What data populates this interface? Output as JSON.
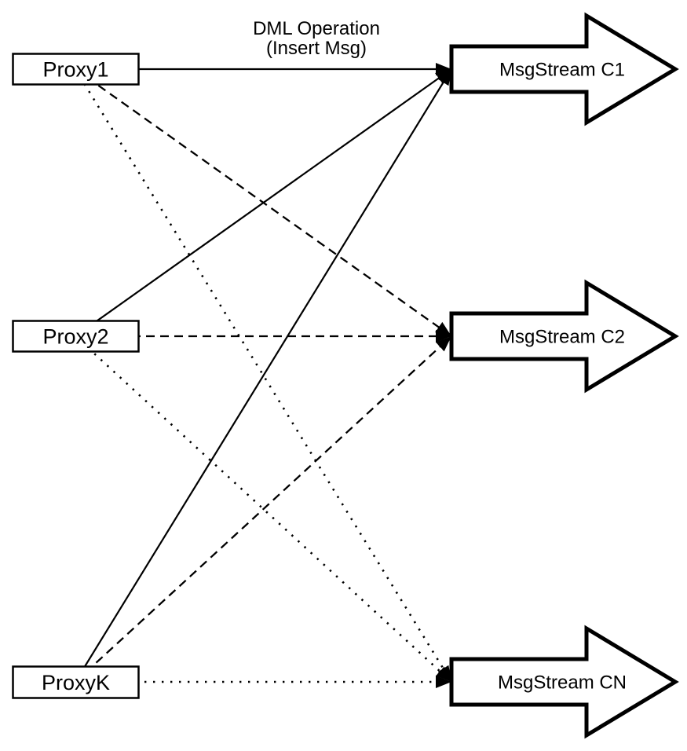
{
  "diagram": {
    "annotation": {
      "line1": "DML Operation",
      "line2": "(Insert Msg)"
    },
    "proxies": [
      {
        "label": "Proxy1"
      },
      {
        "label": "Proxy2"
      },
      {
        "label": "ProxyK"
      }
    ],
    "streams": [
      {
        "label": "MsgStream C1"
      },
      {
        "label": "MsgStream C2"
      },
      {
        "label": "MsgStream CN"
      }
    ],
    "connections": [
      {
        "from": "Proxy1",
        "to": "MsgStream C1",
        "line_style": "solid"
      },
      {
        "from": "Proxy1",
        "to": "MsgStream C2",
        "line_style": "dashed"
      },
      {
        "from": "Proxy1",
        "to": "MsgStream CN",
        "line_style": "dotted"
      },
      {
        "from": "Proxy2",
        "to": "MsgStream C1",
        "line_style": "solid"
      },
      {
        "from": "Proxy2",
        "to": "MsgStream C2",
        "line_style": "dashed"
      },
      {
        "from": "Proxy2",
        "to": "MsgStream CN",
        "line_style": "dotted"
      },
      {
        "from": "ProxyK",
        "to": "MsgStream C1",
        "line_style": "solid"
      },
      {
        "from": "ProxyK",
        "to": "MsgStream C2",
        "line_style": "dashed"
      },
      {
        "from": "ProxyK",
        "to": "MsgStream CN",
        "line_style": "dotted"
      }
    ],
    "colors": {
      "stroke": "#000000",
      "shape_fill": "#ffffff",
      "background": "#ffffff"
    }
  }
}
